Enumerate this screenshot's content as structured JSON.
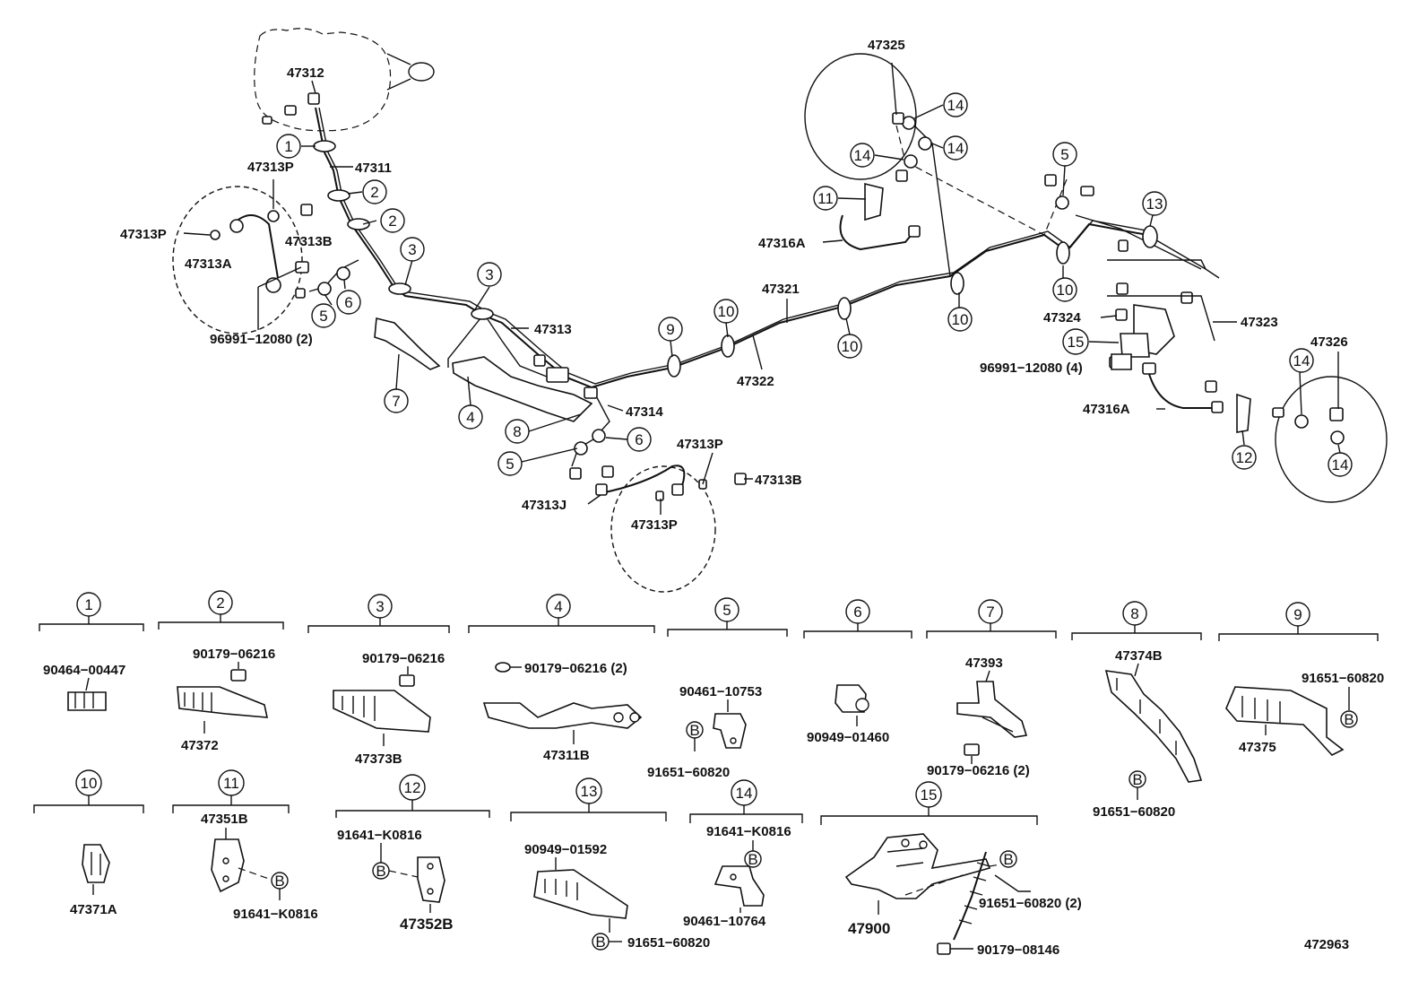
{
  "diagram_id": "472963",
  "labels": {
    "p47312": "47312",
    "p47311": "47311",
    "p47313P_a": "47313P",
    "p47313P_b": "47313P",
    "p47313B_a": "47313B",
    "p47313A": "47313A",
    "p96991_2": "96991−12080 (2)",
    "p47313": "47313",
    "p47314": "47314",
    "p47313P_c": "47313P",
    "p47313B_b": "47313B",
    "p47313J": "47313J",
    "p47313P_d": "47313P",
    "p47321": "47321",
    "p47322": "47322",
    "p47325": "47325",
    "p47316A_a": "47316A",
    "p47324": "47324",
    "p47323": "47323",
    "p96991_4": "96991−12080 (4)",
    "p47316A_b": "47316A",
    "p47326": "47326"
  },
  "callouts": [
    "1",
    "2",
    "3",
    "4",
    "5",
    "6",
    "7",
    "8",
    "9",
    "10",
    "11",
    "12",
    "13",
    "14",
    "15"
  ],
  "legend": {
    "g1": {
      "num": "1",
      "parts": [
        "90464−00447"
      ]
    },
    "g2": {
      "num": "2",
      "parts": [
        "90179−06216",
        "47372"
      ]
    },
    "g3": {
      "num": "3",
      "parts": [
        "90179−06216",
        "47373B"
      ]
    },
    "g4": {
      "num": "4",
      "parts": [
        "90179−06216 (2)",
        "47311B"
      ]
    },
    "g5": {
      "num": "5",
      "parts": [
        "90461−10753",
        "91651−60820"
      ]
    },
    "g6": {
      "num": "6",
      "parts": [
        "90949−01460"
      ]
    },
    "g7": {
      "num": "7",
      "parts": [
        "47393",
        "90179−06216 (2)"
      ]
    },
    "g8": {
      "num": "8",
      "parts": [
        "47374B",
        "91651−60820"
      ]
    },
    "g9": {
      "num": "9",
      "parts": [
        "91651−60820",
        "47375"
      ]
    },
    "g10": {
      "num": "10",
      "parts": [
        "47371A"
      ]
    },
    "g11": {
      "num": "11",
      "parts": [
        "47351B",
        "91641−K0816"
      ]
    },
    "g12": {
      "num": "12",
      "parts": [
        "91641−K0816",
        "47352B"
      ]
    },
    "g13": {
      "num": "13",
      "parts": [
        "90949−01592",
        "91651−60820"
      ]
    },
    "g14": {
      "num": "14",
      "parts": [
        "91641−K0816",
        "90461−10764"
      ]
    },
    "g15": {
      "num": "15",
      "parts": [
        "47900",
        "91651−60820 (2)",
        "90179−08146"
      ]
    },
    "bolt_mark": "B"
  }
}
